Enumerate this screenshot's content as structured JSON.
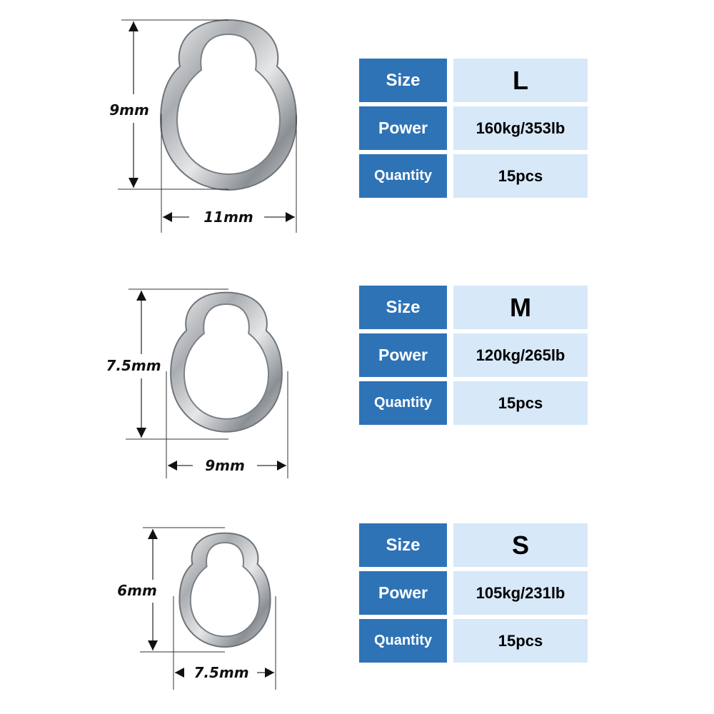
{
  "colors": {
    "header_blue": "#2e73b6",
    "value_light_blue": "#d7e8f8",
    "ring_metal": "#b8bcc0"
  },
  "items": [
    {
      "dimensions": {
        "height": "9mm",
        "width": "11mm"
      },
      "specs": {
        "size_label": "Size",
        "size_value": "L",
        "power_label": "Power",
        "power_value": "160kg/353lb",
        "quantity_label": "Quantity",
        "quantity_value": "15pcs"
      }
    },
    {
      "dimensions": {
        "height": "7.5mm",
        "width": "9mm"
      },
      "specs": {
        "size_label": "Size",
        "size_value": "M",
        "power_label": "Power",
        "power_value": "120kg/265lb",
        "quantity_label": "Quantity",
        "quantity_value": "15pcs"
      }
    },
    {
      "dimensions": {
        "height": "6mm",
        "width": "7.5mm"
      },
      "specs": {
        "size_label": "Size",
        "size_value": "S",
        "power_label": "Power",
        "power_value": "105kg/231lb",
        "quantity_label": "Quantity",
        "quantity_value": "15pcs"
      }
    }
  ]
}
